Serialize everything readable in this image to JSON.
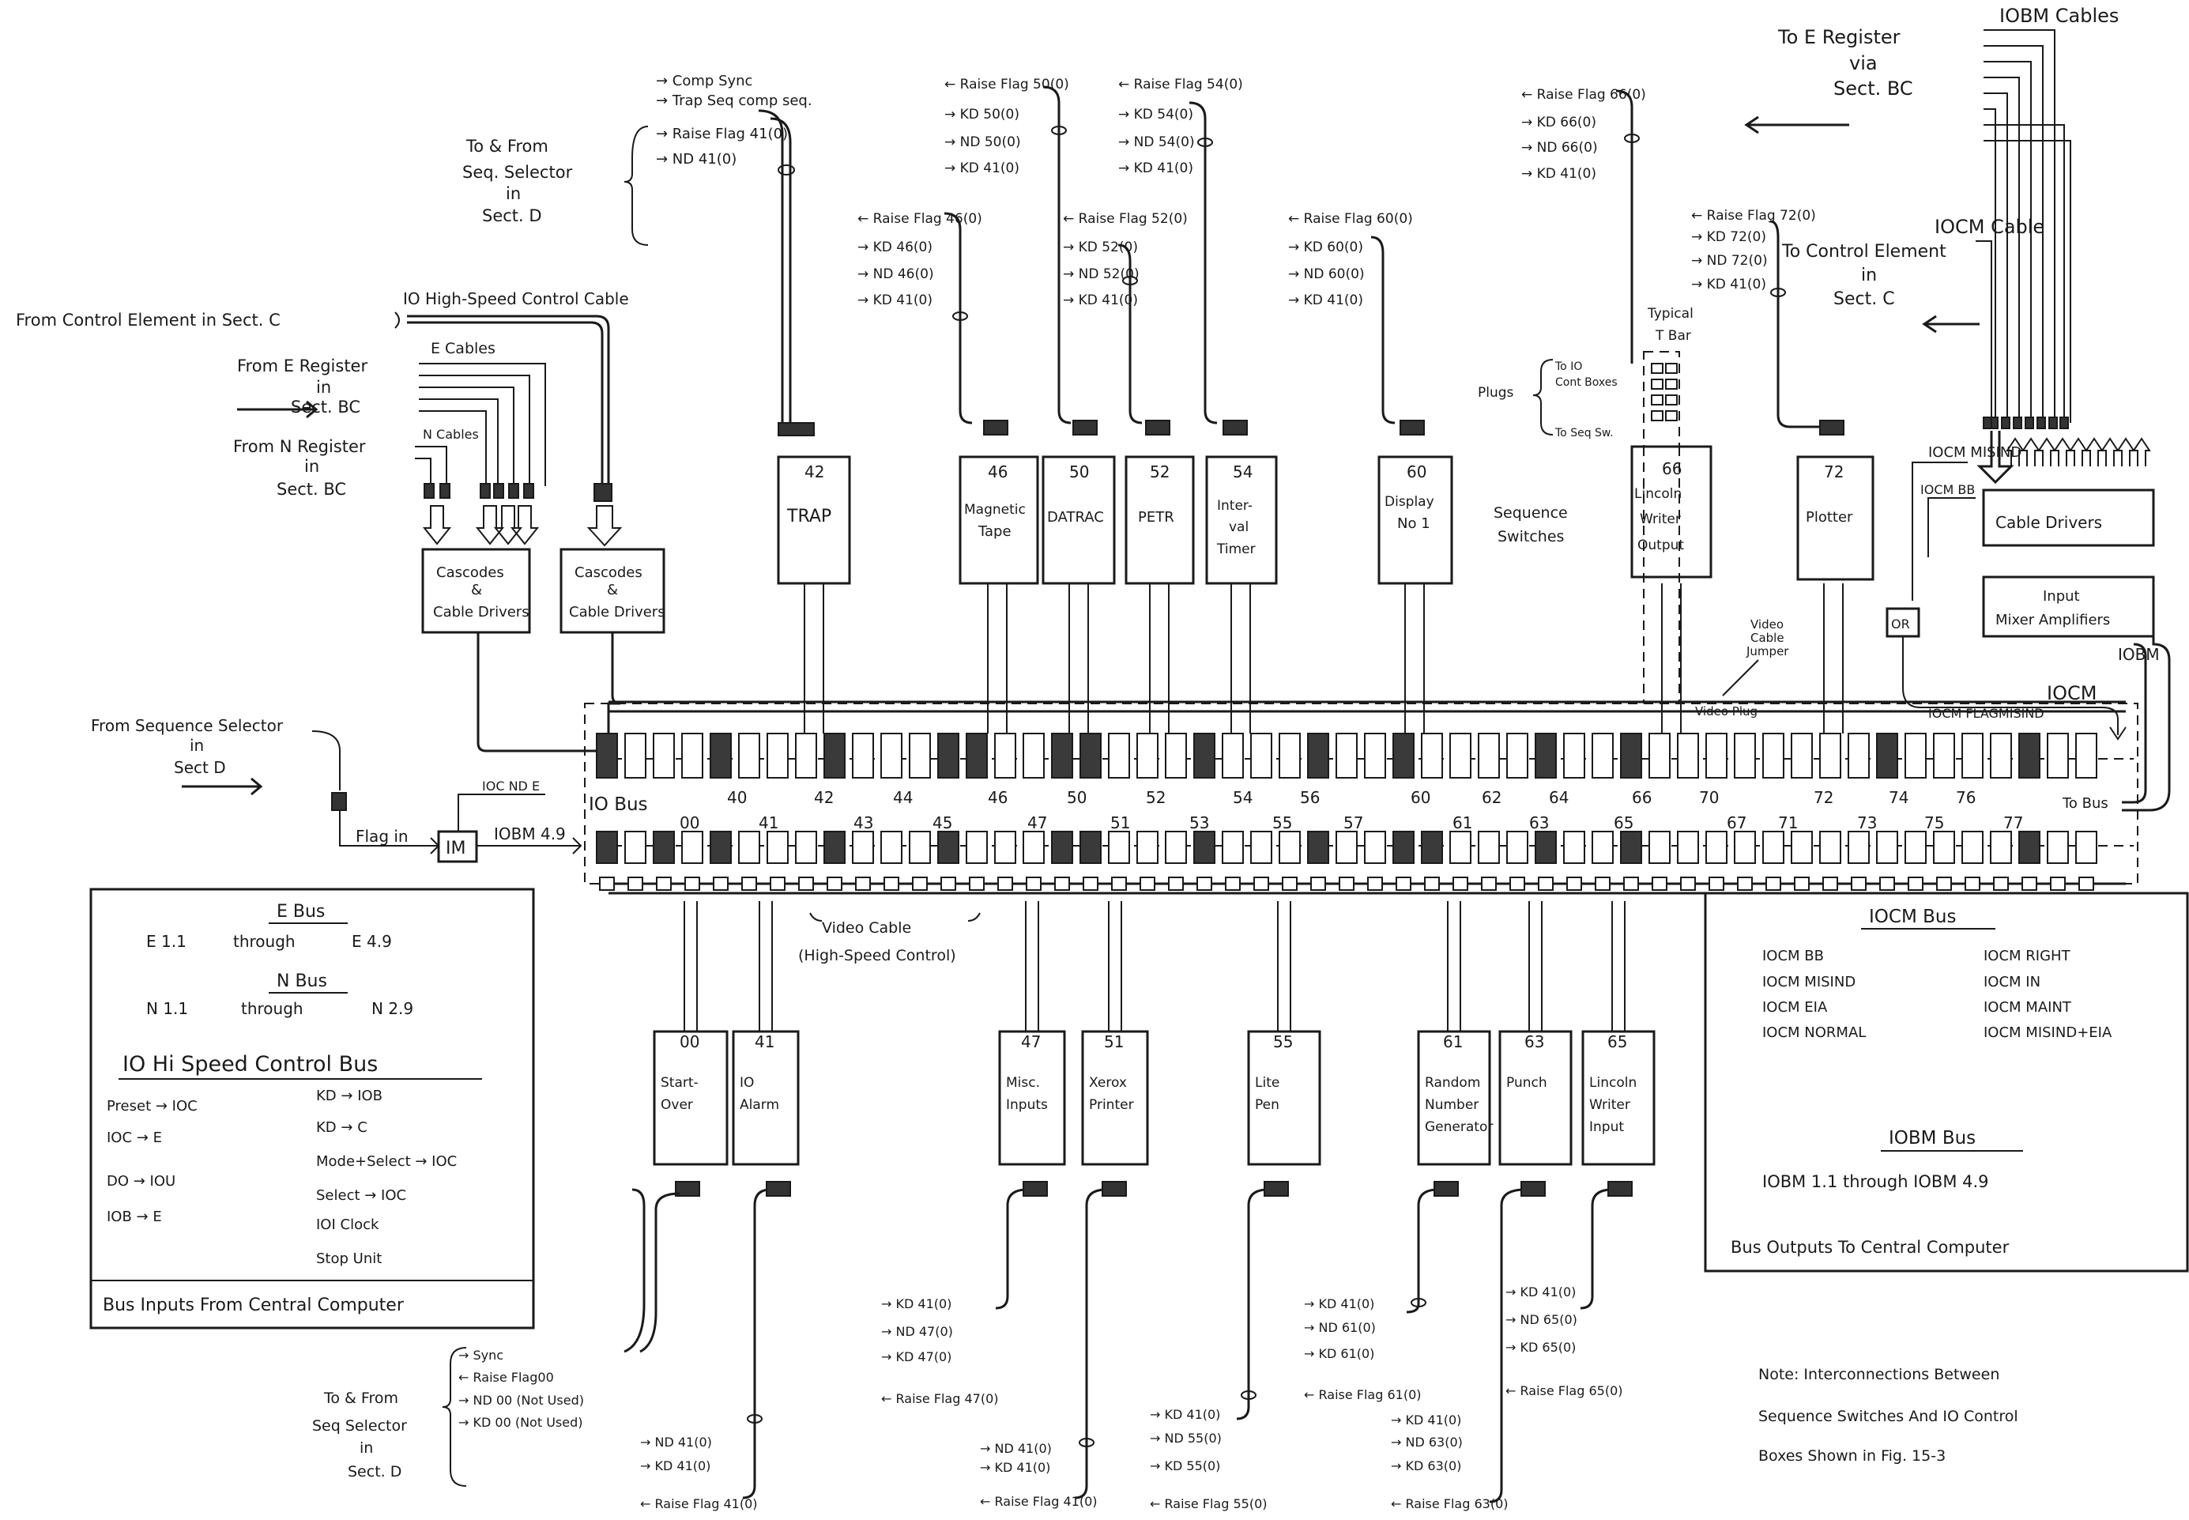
{
  "header": {
    "to_e_register": [
      "To E Register",
      "via",
      "Sect. BC"
    ],
    "iobm_cables": "IOBM Cables",
    "iocm_cable": "IOCM Cable",
    "to_control_element": [
      "To Control Element",
      "in",
      "Sect. C"
    ]
  },
  "left": {
    "to_from_seq_selector_top": [
      "To & From",
      "Seq. Selector",
      "in",
      "Sect. D"
    ],
    "seq_signals_top": [
      "→ Comp Sync",
      "→ Trap Seq comp seq.",
      "→ Raise Flag 41(0)",
      "→ ND 41(0)"
    ],
    "from_control_element": "From Control Element in Sect. C",
    "hs_control_cable": "IO High-Speed Control Cable",
    "from_e_register": [
      "From E Register",
      "in",
      "Sect. BC"
    ],
    "e_cables": "E Cables",
    "from_n_register": [
      "From N Register",
      "in",
      "Sect. BC"
    ],
    "n_cables": "N Cables",
    "cascodes_1": [
      "Cascodes",
      "&",
      "Cable Drivers"
    ],
    "cascodes_2": [
      "Cascodes",
      "&",
      "Cable Drivers"
    ],
    "from_seq_selector": [
      "From Sequence Selector",
      "in",
      "Sect D"
    ],
    "flag_in": "Flag in",
    "im": "IM",
    "ioc_nd_e": "IOC ND E",
    "iobm": "IOBM 4.9",
    "io_bus": "IO Bus"
  },
  "top_modules": [
    {
      "num": "42",
      "name": [
        "TRAP"
      ],
      "signals": []
    },
    {
      "num": "46",
      "name": [
        "Magnetic",
        "Tape"
      ],
      "signals": [
        "← Raise Flag 46(0)",
        "→ KD 46(0)",
        "→ ND 46(0)",
        "→ KD 41(0)"
      ]
    },
    {
      "num": "50",
      "name": [
        "DATRAC"
      ],
      "signals": [
        "← Raise Flag 50(0)",
        "→ KD 50(0)",
        "→ ND 50(0)",
        "→ KD 41(0)"
      ]
    },
    {
      "num": "52",
      "name": [
        "PETR"
      ],
      "signals": [
        "← Raise Flag 52(0)",
        "→ KD 52(0)",
        "→ ND 52(0)",
        "→ KD 41(0)"
      ]
    },
    {
      "num": "54",
      "name": [
        "Inter-",
        "val",
        "Timer"
      ],
      "signals": [
        "← Raise Flag 54(0)",
        "→ KD 54(0)",
        "→ ND 54(0)",
        "→ KD 41(0)"
      ]
    },
    {
      "num": "60",
      "name": [
        "Display",
        "No 1"
      ],
      "signals": [
        "← Raise Flag 60(0)",
        "→ KD 60(0)",
        "→ ND 60(0)",
        "→ KD 41(0)"
      ]
    },
    {
      "num": "66",
      "name": [
        "Lincoln",
        "Writer",
        "Output"
      ],
      "signals": [
        "← Raise Flag 66(0)",
        "→ KD 66(0)",
        "→ ND 66(0)",
        "→ KD 41(0)"
      ]
    },
    {
      "num": "72",
      "name": [
        "Plotter"
      ],
      "signals": [
        "← Raise Flag 72(0)",
        "→ KD 72(0)",
        "→ ND 72(0)",
        "→ KD 41(0)"
      ]
    }
  ],
  "plugs": {
    "label": "Plugs",
    "to_io": [
      "To IO",
      "Cont Boxes"
    ],
    "to_seq": "To Seq Sw.",
    "typical_t_bar": [
      "Typical",
      "T Bar"
    ],
    "sequence_switches": [
      "Sequence",
      "Switches"
    ],
    "video_cable_jumper": [
      "Video",
      "Cable",
      "Jumper"
    ],
    "video_plug": "Video Plug"
  },
  "right": {
    "iocm_misind": "IOCM MISIND",
    "iocm_bb": "IOCM BB",
    "cable_drivers": "Cable Drivers",
    "input_mixer": [
      "Input",
      "Mixer Amplifiers"
    ],
    "or": "OR",
    "iocm_flag": "IOCM FLAGMISIND",
    "iocm": "IOCM",
    "iobm": "IOBM",
    "to_bus": "To Bus"
  },
  "bus": {
    "upper_labels": [
      "40",
      "42",
      "44",
      "46",
      "50",
      "52",
      "54",
      "56",
      "60",
      "62",
      "64",
      "66",
      "70",
      "72",
      "74",
      "76"
    ],
    "lower_labels": [
      "00",
      "41",
      "43",
      "45",
      "47",
      "51",
      "53",
      "55",
      "57",
      "61",
      "63",
      "65",
      "67",
      "71",
      "73",
      "75",
      "77"
    ],
    "video_cable": [
      "Video Cable",
      "(High-Speed Control)"
    ]
  },
  "bottom_modules": [
    {
      "num": "00",
      "name": [
        "Start-",
        "Over"
      ]
    },
    {
      "num": "41",
      "name": [
        "IO",
        "Alarm"
      ]
    },
    {
      "num": "47",
      "name": [
        "Misc.",
        "Inputs"
      ]
    },
    {
      "num": "51",
      "name": [
        "Xerox",
        "Printer"
      ]
    },
    {
      "num": "55",
      "name": [
        "Lite",
        "Pen"
      ]
    },
    {
      "num": "61",
      "name": [
        "Random",
        "Number",
        "Generator"
      ]
    },
    {
      "num": "63",
      "name": [
        "Punch"
      ]
    },
    {
      "num": "65",
      "name": [
        "Lincoln",
        "Writer",
        "Input"
      ]
    }
  ],
  "bottom_signals": {
    "seq_selector_bottom": [
      "To & From",
      "Seq Selector",
      "in",
      "Sect. D"
    ],
    "m00": [
      "→ Sync",
      "← Raise Flag00",
      "→ ND 00 (Not Used)",
      "→ KD 00 (Not Used)"
    ],
    "m41": [
      "→ ND 41(0)",
      "→ KD 41(0)",
      "← Raise Flag 41(0)"
    ],
    "m47a": [
      "→ KD 41(0)",
      "→ ND 47(0)",
      "→ KD 47(0)",
      "← Raise Flag 47(0)"
    ],
    "m51": [
      "→ ND 41(0)",
      "→ KD 41(0)",
      "← Raise Flag 41(0)"
    ],
    "m55": [
      "→ KD 41(0)",
      "→ ND 55(0)",
      "→ KD 55(0)",
      "← Raise Flag 55(0)"
    ],
    "m61": [
      "→ KD 41(0)",
      "→ ND 61(0)",
      "→ KD 61(0)",
      "← Raise Flag 61(0)"
    ],
    "m63": [
      "→ KD 41(0)",
      "→ ND 63(0)",
      "→ KD 63(0)",
      "← Raise Flag 63(0)"
    ],
    "m65": [
      "→ KD 41(0)",
      "→ ND 65(0)",
      "→ KD 65(0)",
      "← Raise Flag 65(0)"
    ]
  },
  "legend_left": {
    "e_bus": "E Bus",
    "e_range": [
      "E 1.1",
      "through",
      "E 4.9"
    ],
    "n_bus": "N Bus",
    "n_range": [
      "N 1.1",
      "through",
      "N 2.9"
    ],
    "title": "IO Hi Speed Control Bus",
    "items_left": [
      "Preset → IOC",
      "IOC → E",
      "DO → IOU",
      "IOB → E"
    ],
    "items_right": [
      "KD → IOB",
      "KD → C",
      "Mode+Select → IOC",
      "Select → IOC",
      "IOI Clock",
      "Stop Unit"
    ],
    "footer": "Bus Inputs From Central Computer"
  },
  "legend_right": {
    "title": "IOCM Bus",
    "items": [
      "IOCM BB",
      "IOCM RIGHT",
      "IOCM MISIND",
      "IOCM IN",
      "IOCM EIA",
      "IOCM MAINT",
      "IOCM NORMAL",
      "IOCM MISIND+EIA"
    ],
    "iobm_title": "IOBM Bus",
    "iobm_range": "IOBM 1.1 through IOBM 4.9",
    "footer": "Bus Outputs To Central Computer"
  },
  "note": [
    "Note: Interconnections Between",
    "Sequence Switches And IO Control",
    "Boxes Shown in Fig. 15-3"
  ]
}
